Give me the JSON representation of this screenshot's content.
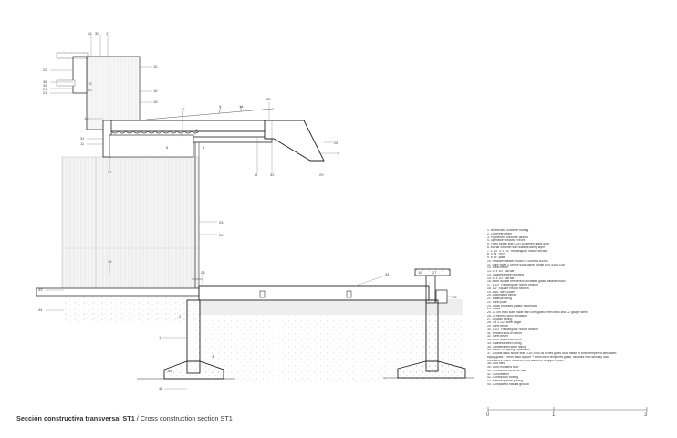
{
  "caption": {
    "title_bold": "Sección constructiva transversal ST1",
    "title_rest": " / Cross construction section ST1"
  },
  "scale": {
    "labels": [
      "0",
      "1",
      "3"
    ]
  },
  "callouts": {
    "c1": "1",
    "c2": "2",
    "c3": "3",
    "c4": "4",
    "c5": "5",
    "c6": "6",
    "c7": "7",
    "c8": "8",
    "c9": "9",
    "c10": "10",
    "c11": "11",
    "c12": "12",
    "c13": "13",
    "c14": "14",
    "c15": "15",
    "c16": "16",
    "c17": "17",
    "c18": "18",
    "c19": "19",
    "c20": "20",
    "c21": "21",
    "c22": "22",
    "c23": "23",
    "c24": "24",
    "c25": "25",
    "c26": "26",
    "c27": "27",
    "c28": "28",
    "c29": "29",
    "c30": "30",
    "c31": "31",
    "c32": "32",
    "c33": "33",
    "c34": "34",
    "c35": "35",
    "c36": "36",
    "c37": "37",
    "c38": "38",
    "c39": "39",
    "c40": "40",
    "c41": "41",
    "c42": "42",
    "c43": "43",
    "c44": "44"
  },
  "legend": [
    "1. Reinforced concrete footing",
    "2. Concrete beam",
    "3. Pigmented concrete launch",
    "4. Operable window in front",
    "5. Fixed single leaf COR-60 series glass door",
    "6. Mortar channel with waterproofing layer",
    "7. 1 1/2\" x 1 1/2\" Rectangular hollow section",
    "8. 4\"x4\" HSS",
    "9. 6\"x6\" plate",
    "10. Heliodex heater model R-Summa 5000R",
    "11. SunPower 4 Series solar panel model E20-435-COM",
    "12. Steel beam",
    "13. 2\" x 1/2\" flat bar",
    "14. Stainless steel flashing",
    "15. 4\" x 1/2\" flat bar",
    "16. 6mm double tempered laminated glass installed flush",
    "17. 1 1/2\" Rectangular hollow section",
    "18. 1/2\" Square hollow section",
    "19. 5/16\" steel plate",
    "20. Automated blinds",
    "21. Waterproofing",
    "22. Steel plate",
    "23. Stack mounted plastic floorboard",
    "24. Stops",
    "25. 12 cm thick slab made with corrugated steel deck and 22 gauge steel",
    "26. 3\" mineral wool insulation",
    "27. Drywall ceiling",
    "28. 3 x 3 1/2\" steel angle",
    "29. Steel beam",
    "30. 1 1/2\" Rectangular hollow section",
    "31. Heated spot-lit ribbon",
    "32. Steel beam",
    "33. 8 cm suspended joint",
    "34. Stainless steel railing",
    "35. Cantilevered steel railing",
    "36. Gutter for spring installation",
    "37. Double-track single leaf COR-VISION series glass door made of 6mm tempered laminated",
    "    skyfly glass + 9mm track spacer + 6mm clear tempered glass, includes mini security lock",
    "    recessed in lower concrete and attached to upper beam",
    "38. Grid tiles",
    "39. Lime-modified floor",
    "40. Reinforced concrete slab",
    "41. Concrete fill",
    "42. Continuous footing",
    "43. Natural granite paving",
    "44. Compacted natural ground"
  ]
}
